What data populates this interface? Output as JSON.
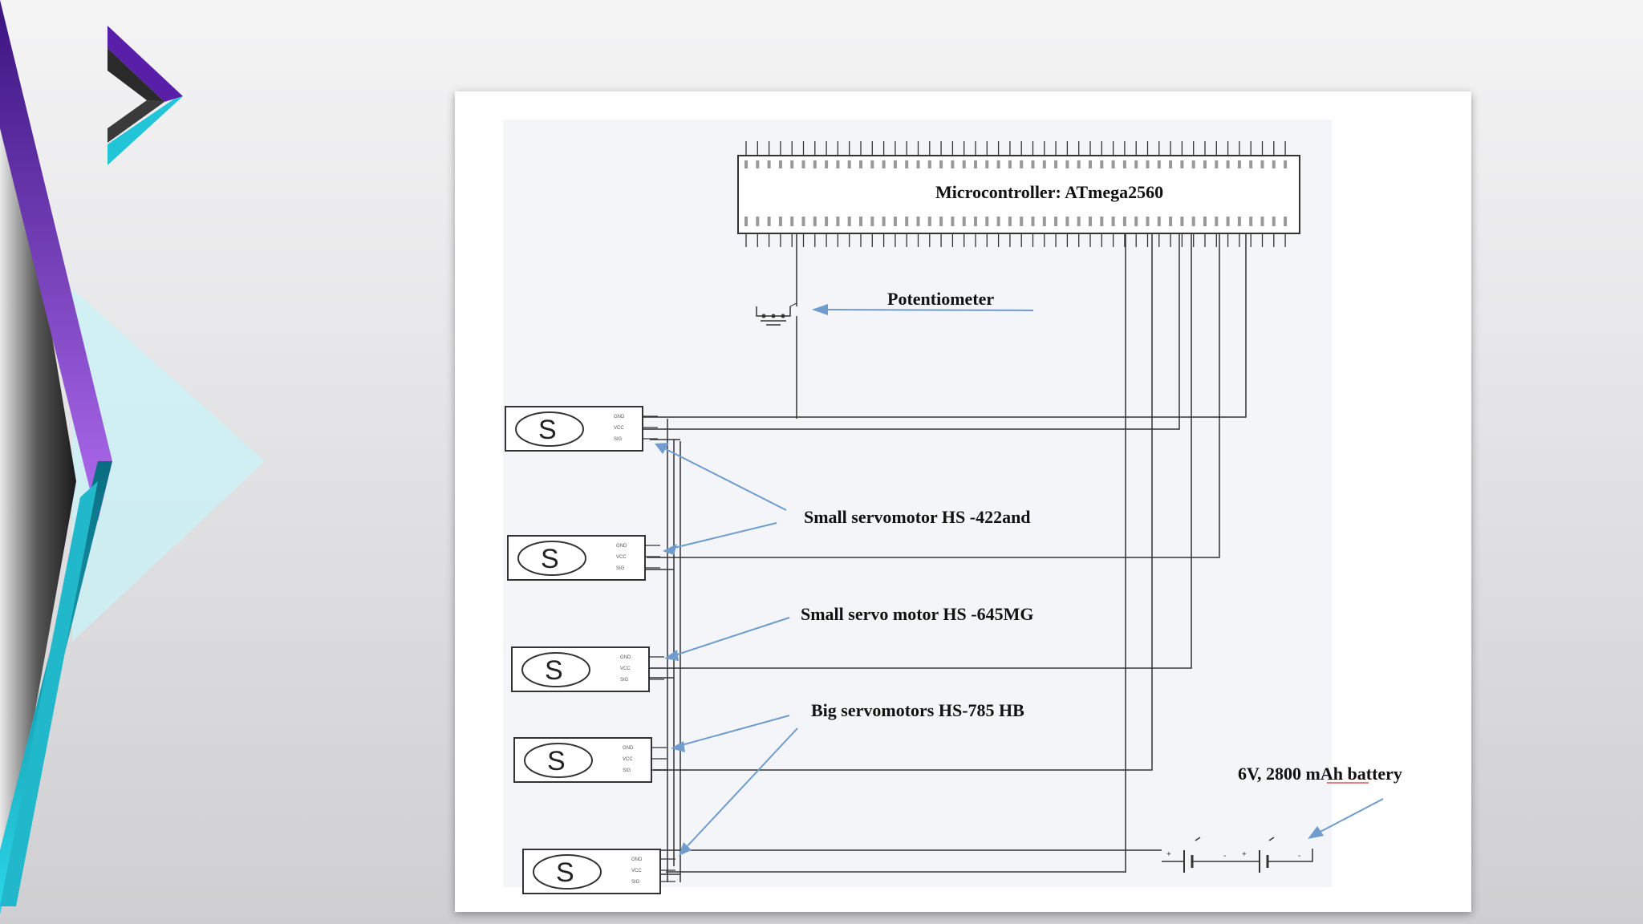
{
  "slide": {
    "accent_colors": {
      "purple": "#5a1fa8",
      "violet": "#b06cf0",
      "cyan": "#1ec8dc",
      "dark": "#1a1a1a"
    }
  },
  "diagram": {
    "microcontroller_label": "Microcontroller:  ATmega2560",
    "potentiometer_label": "Potentiometer",
    "small_servo_label_1": "Small servomotor HS -422and",
    "small_servo_label_2": "Small servo motor HS -645MG",
    "big_servo_label": "Big servomotors HS-785 HB",
    "battery_label": "6V, 2800 mAh battery",
    "servo_symbol": "S",
    "servo_count": 5,
    "servo_pin_labels": [
      "GND",
      "VCC",
      "SIG"
    ]
  }
}
